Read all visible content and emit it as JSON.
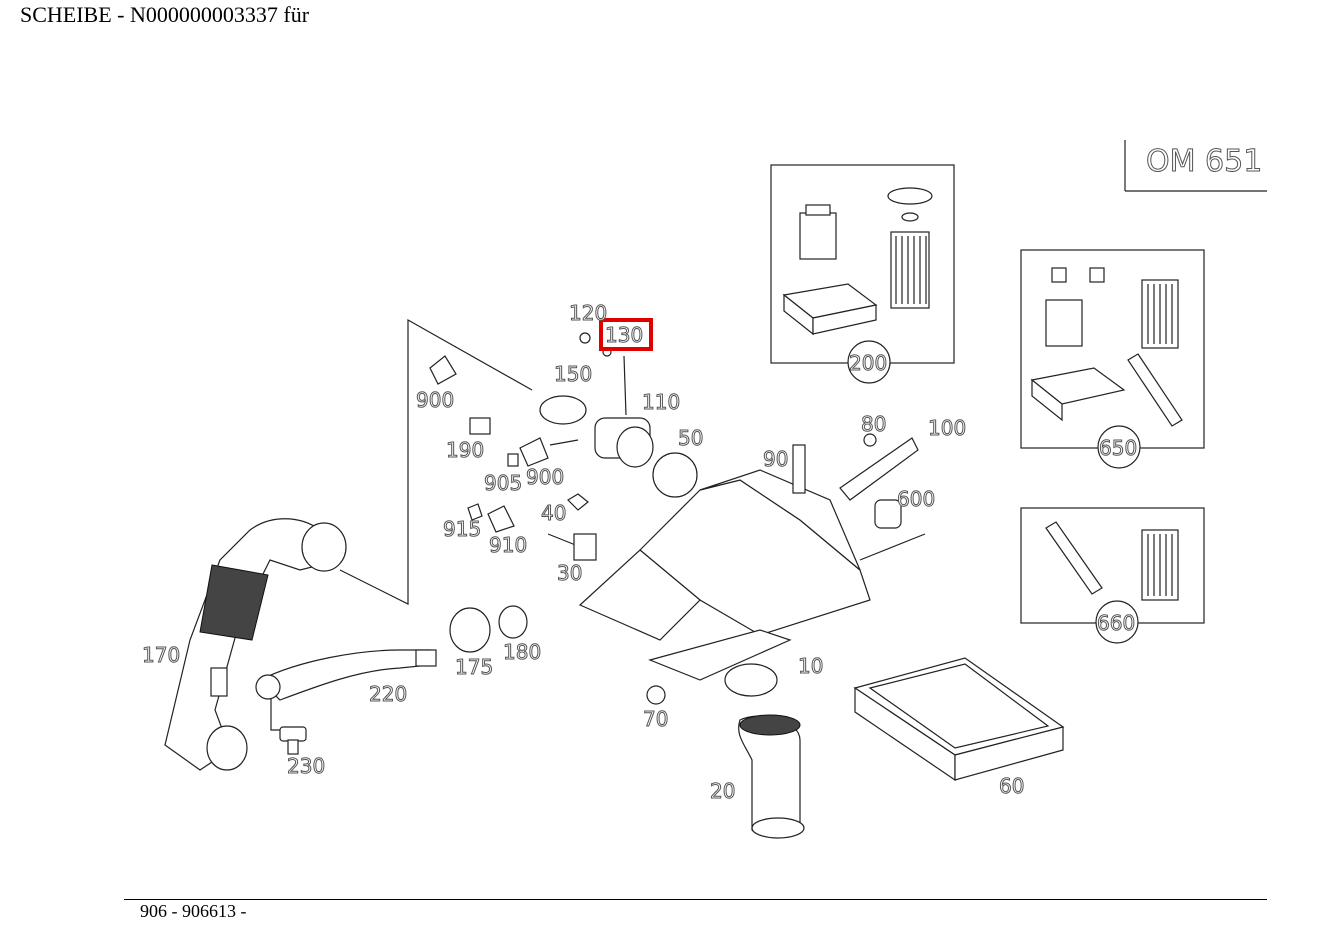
{
  "header": {
    "title": "SCHEIBE  - N000000003337 für"
  },
  "engine_code": "OM 651",
  "footer": {
    "text": "906 - 906613 -"
  },
  "highlighted_part": "130",
  "highlight_color": "#e00000",
  "callouts": [
    "120",
    "130",
    "150",
    "110",
    "50",
    "900",
    "190",
    "905",
    "900",
    "915",
    "910",
    "40",
    "30",
    "170",
    "175",
    "180",
    "220",
    "230",
    "10",
    "70",
    "200",
    "20",
    "60",
    "90",
    "80",
    "100",
    "600",
    "650",
    "660"
  ]
}
